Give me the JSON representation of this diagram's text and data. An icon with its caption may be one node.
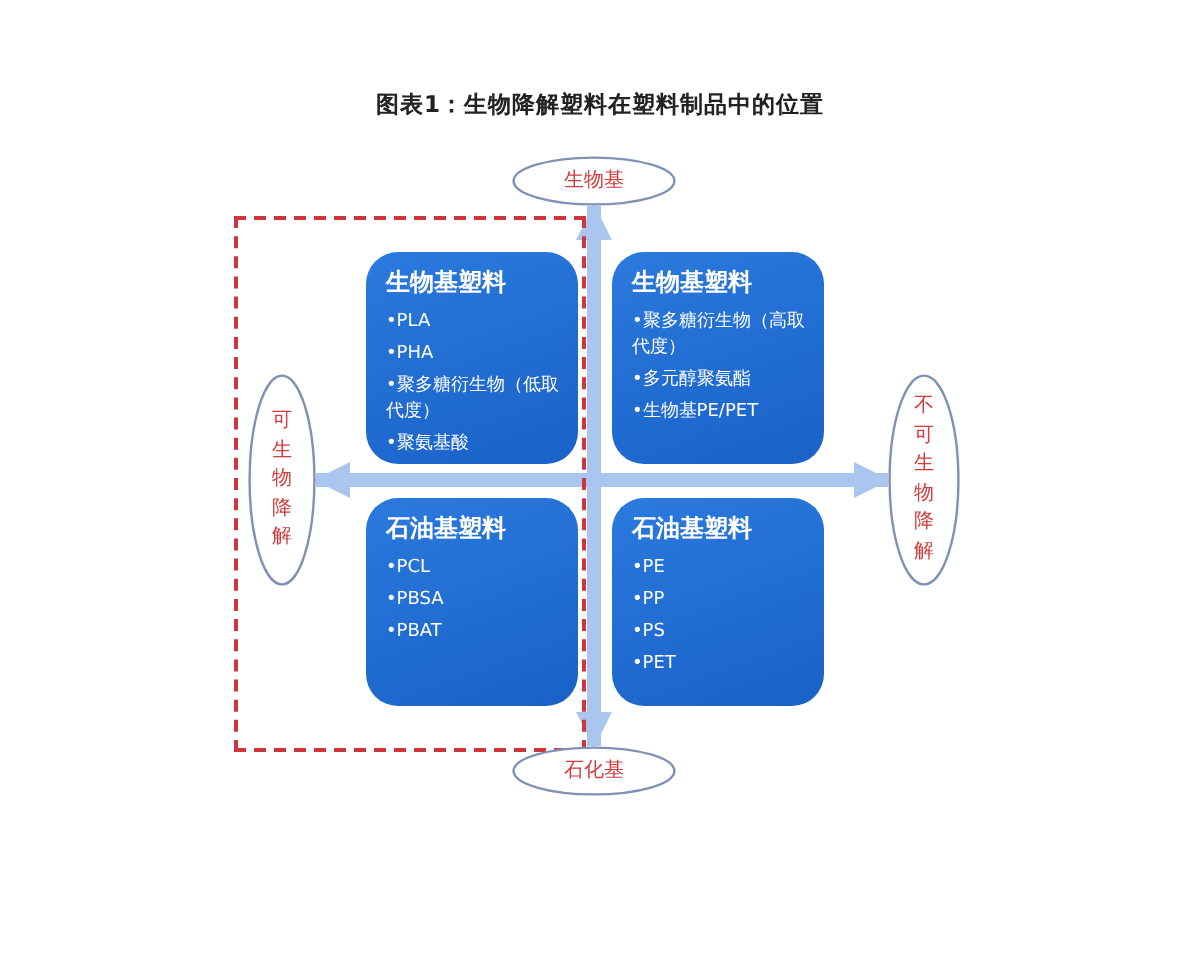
{
  "diagram": {
    "title": "图表1：生物降解塑料在塑料制品中的位置",
    "nodes": [
      {
        "text": [],
        "shape": "box"
      },
      {
        "text": [
          "生物基"
        ]
      },
      {
        "text": [
          "生物基塑料",
          "•PLA",
          "•PHA",
          "•聚多糖衍生物（低取代度）",
          "•聚氨基酸"
        ],
        "in": 0
      },
      {
        "text": [
          "生物基塑料",
          "•聚多糖衍生物（高取代度）",
          "•多元醇聚氨酯",
          "•生物基PE/PET"
        ]
      },
      {
        "text": [
          "可生物降解"
        ],
        "in": 0
      },
      {
        "text": [
          "不可生物降解"
        ]
      },
      {
        "text": [
          "石油基塑料",
          "•PCL",
          "•PBSA",
          "•PBAT"
        ],
        "in": 0
      },
      {
        "text": [
          "石油基塑料",
          "•PE",
          "•PP",
          "•PS",
          "•PET"
        ]
      },
      {
        "text": [
          "石化基"
        ]
      }
    ],
    "edges": [
      {
        "from": 8,
        "to": 1,
        "arrow": "both"
      },
      {
        "from": 4,
        "to": 5,
        "arrow": "both"
      }
    ]
  }
}
